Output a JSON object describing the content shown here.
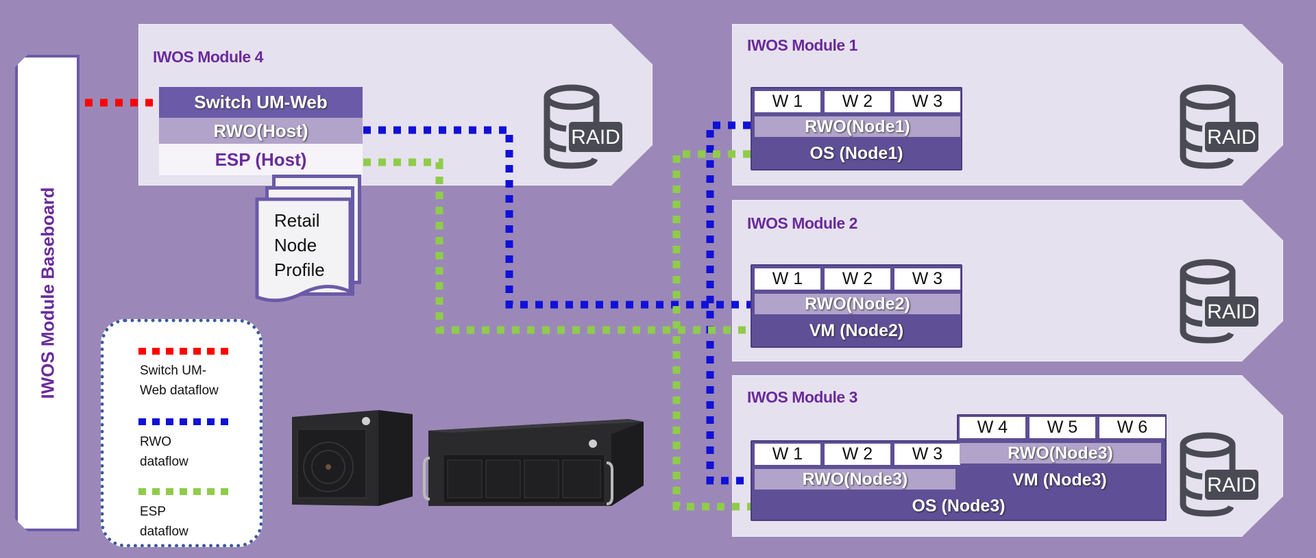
{
  "baseboard": {
    "label": "IWOS Module Baseboard"
  },
  "module4": {
    "title": "IWOS Module 4",
    "rows": [
      "Switch UM-Web",
      "RWO(Host)",
      "ESP (Host)"
    ],
    "profile_doc": [
      "Retail",
      "Node",
      "Profile"
    ],
    "raid_label": "RAID"
  },
  "module1": {
    "title": "IWOS Module 1",
    "workloads": [
      "W 1",
      "W 2",
      "W 3"
    ],
    "rwo": "RWO(Node1)",
    "base": "OS (Node1)",
    "raid_label": "RAID"
  },
  "module2": {
    "title": "IWOS Module 2",
    "workloads": [
      "W 1",
      "W 2",
      "W 3"
    ],
    "rwo": "RWO(Node2)",
    "base": "VM (Node2)",
    "raid_label": "RAID"
  },
  "module3": {
    "title": "IWOS Module 3",
    "workloads_left": [
      "W 1",
      "W 2",
      "W 3"
    ],
    "rwo_left": "RWO(Node3)",
    "workloads_right": [
      "W 4",
      "W 5",
      "W 6"
    ],
    "rwo_right": "RWO(Node3)",
    "vm": "VM (Node3)",
    "base": "OS (Node3)",
    "raid_label": "RAID"
  },
  "legend": {
    "items": [
      {
        "label_line1": "Switch UM-",
        "label_line2": "Web dataflow",
        "color": "#ff0000"
      },
      {
        "label_line1": "RWO",
        "label_line2": "dataflow",
        "color": "#1010d8"
      },
      {
        "label_line1": "ESP",
        "label_line2": "dataflow",
        "color": "#8fcc4a"
      }
    ]
  },
  "colors": {
    "background": "#9b88b8",
    "panel": "#e6e1ee",
    "title": "#6a2b9b",
    "switch_flow": "#ff0000",
    "rwo_flow": "#1010d8",
    "esp_flow": "#8fcc4a"
  }
}
